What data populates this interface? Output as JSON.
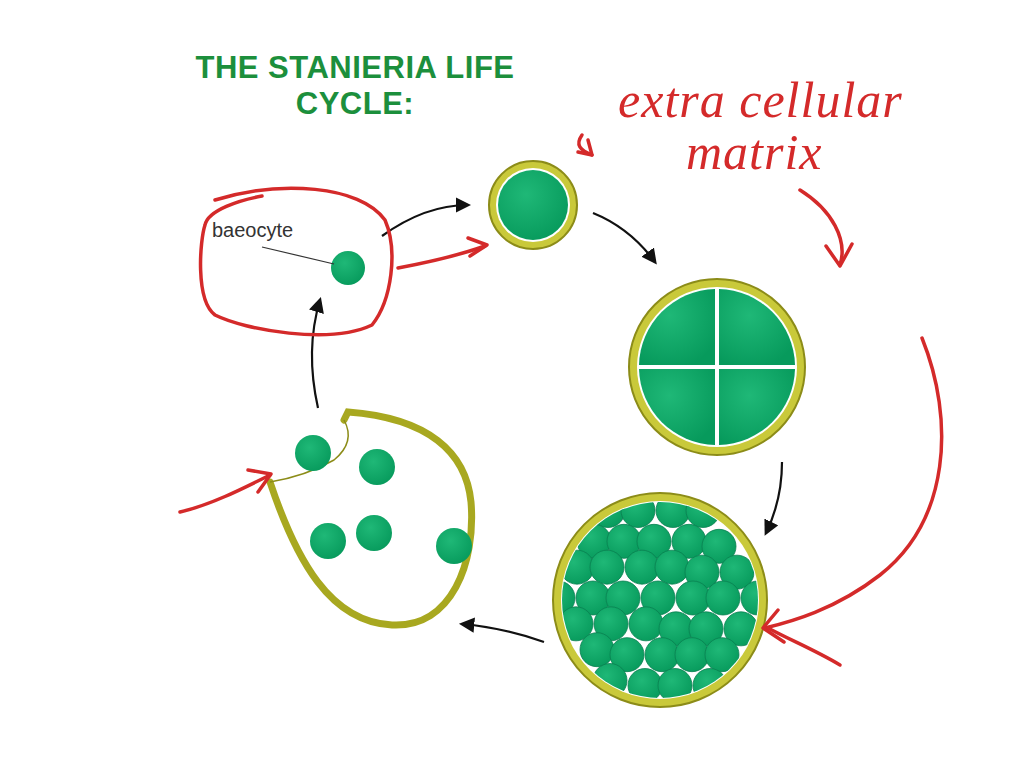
{
  "diagram": {
    "title": "THE STANIERIA LIFE CYCLE:",
    "labels": [
      "baeocyte",
      "extra cellular matrix"
    ]
  }
}
